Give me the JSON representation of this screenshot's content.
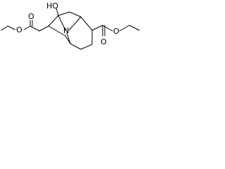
{
  "molecule": {
    "atom_labels": {
      "hydroxyl": "HO",
      "bridge_nitrogen": "N",
      "left_ester_oxygen_carbonyl": "O",
      "left_ester_oxygen_ether": "O",
      "right_ester_oxygen_carbonyl": "O",
      "right_ester_oxygen_ether": "O"
    }
  }
}
